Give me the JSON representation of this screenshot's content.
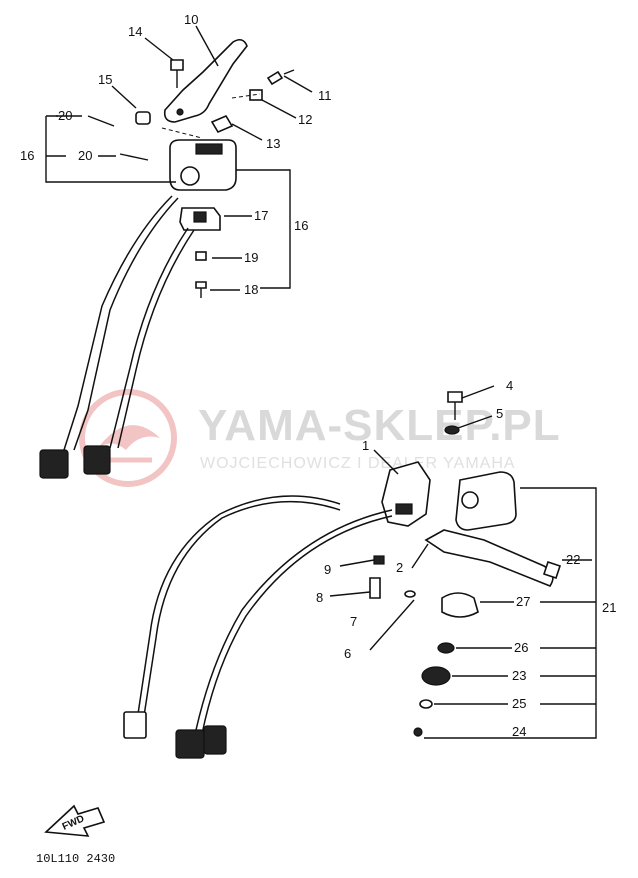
{
  "callouts": {
    "c1": "1",
    "c2": "2",
    "c4": "4",
    "c5": "5",
    "c6": "6",
    "c7": "7",
    "c8": "8",
    "c9": "9",
    "c10": "10",
    "c11": "11",
    "c12": "12",
    "c13": "13",
    "c14": "14",
    "c15": "15",
    "c16a": "16",
    "c16b": "16",
    "c17": "17",
    "c18": "18",
    "c19": "19",
    "c20a": "20",
    "c20b": "20",
    "c21": "21",
    "c22": "22",
    "c23": "23",
    "c24": "24",
    "c25": "25",
    "c26": "26",
    "c27": "27"
  },
  "watermark": {
    "title": "YAMA-SKLEP.PL",
    "subtitle": "WOJCIECHOWICZ I DEALER YAMAHA"
  },
  "fwd_label": "FWD",
  "diagram_code": "10L110 2430",
  "colors": {
    "watermark_logo": "#f2c4c4",
    "ink": "#111111"
  }
}
